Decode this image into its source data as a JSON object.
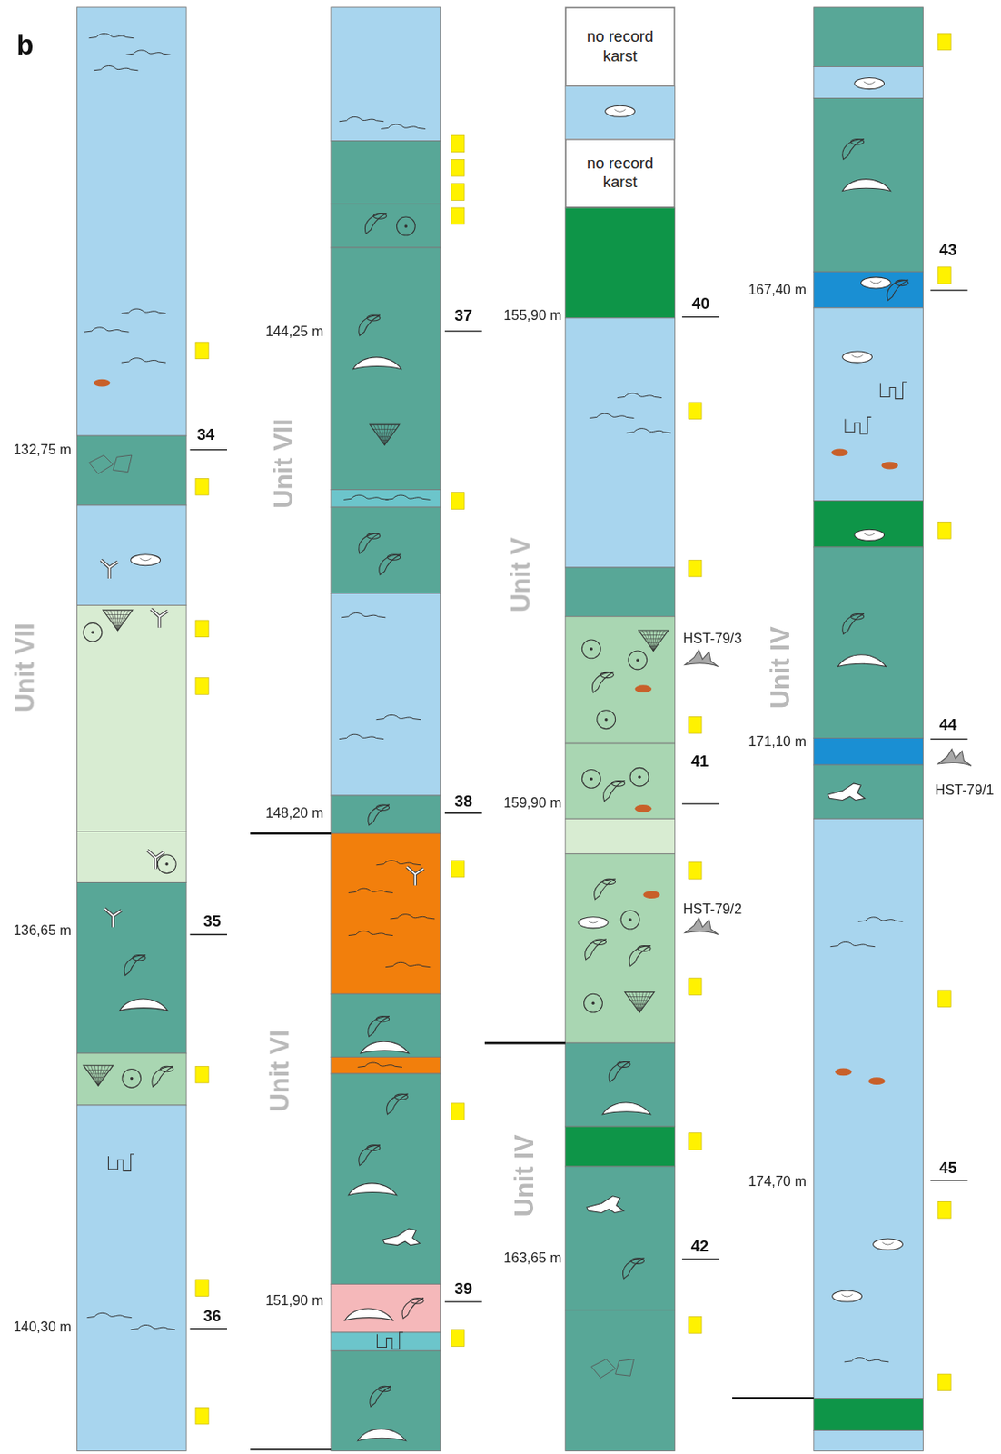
{
  "diagram": {
    "nodes": [
      {
        "text": [
          "no record karst"
        ]
      },
      {
        "text": [
          "no record karst"
        ]
      }
    ],
    "edges": [],
    "labels": [
      "b",
      "Unit VII",
      "Unit VII",
      "Unit VI",
      "Unit V",
      "Unit IV",
      "Unit IV",
      "132,75 m",
      "136,65 m",
      "140,30 m",
      "144,25 m",
      "148,20 m",
      "151,90 m",
      "155,90 m",
      "159,90 m",
      "163,65 m",
      "167,40 m",
      "171,10 m",
      "174,70 m",
      "34",
      "35",
      "36",
      "37",
      "38",
      "39",
      "40",
      "41",
      "42",
      "43",
      "44",
      "45",
      "HST-79/3",
      "HST-79/2",
      "HST-79/1"
    ]
  }
}
